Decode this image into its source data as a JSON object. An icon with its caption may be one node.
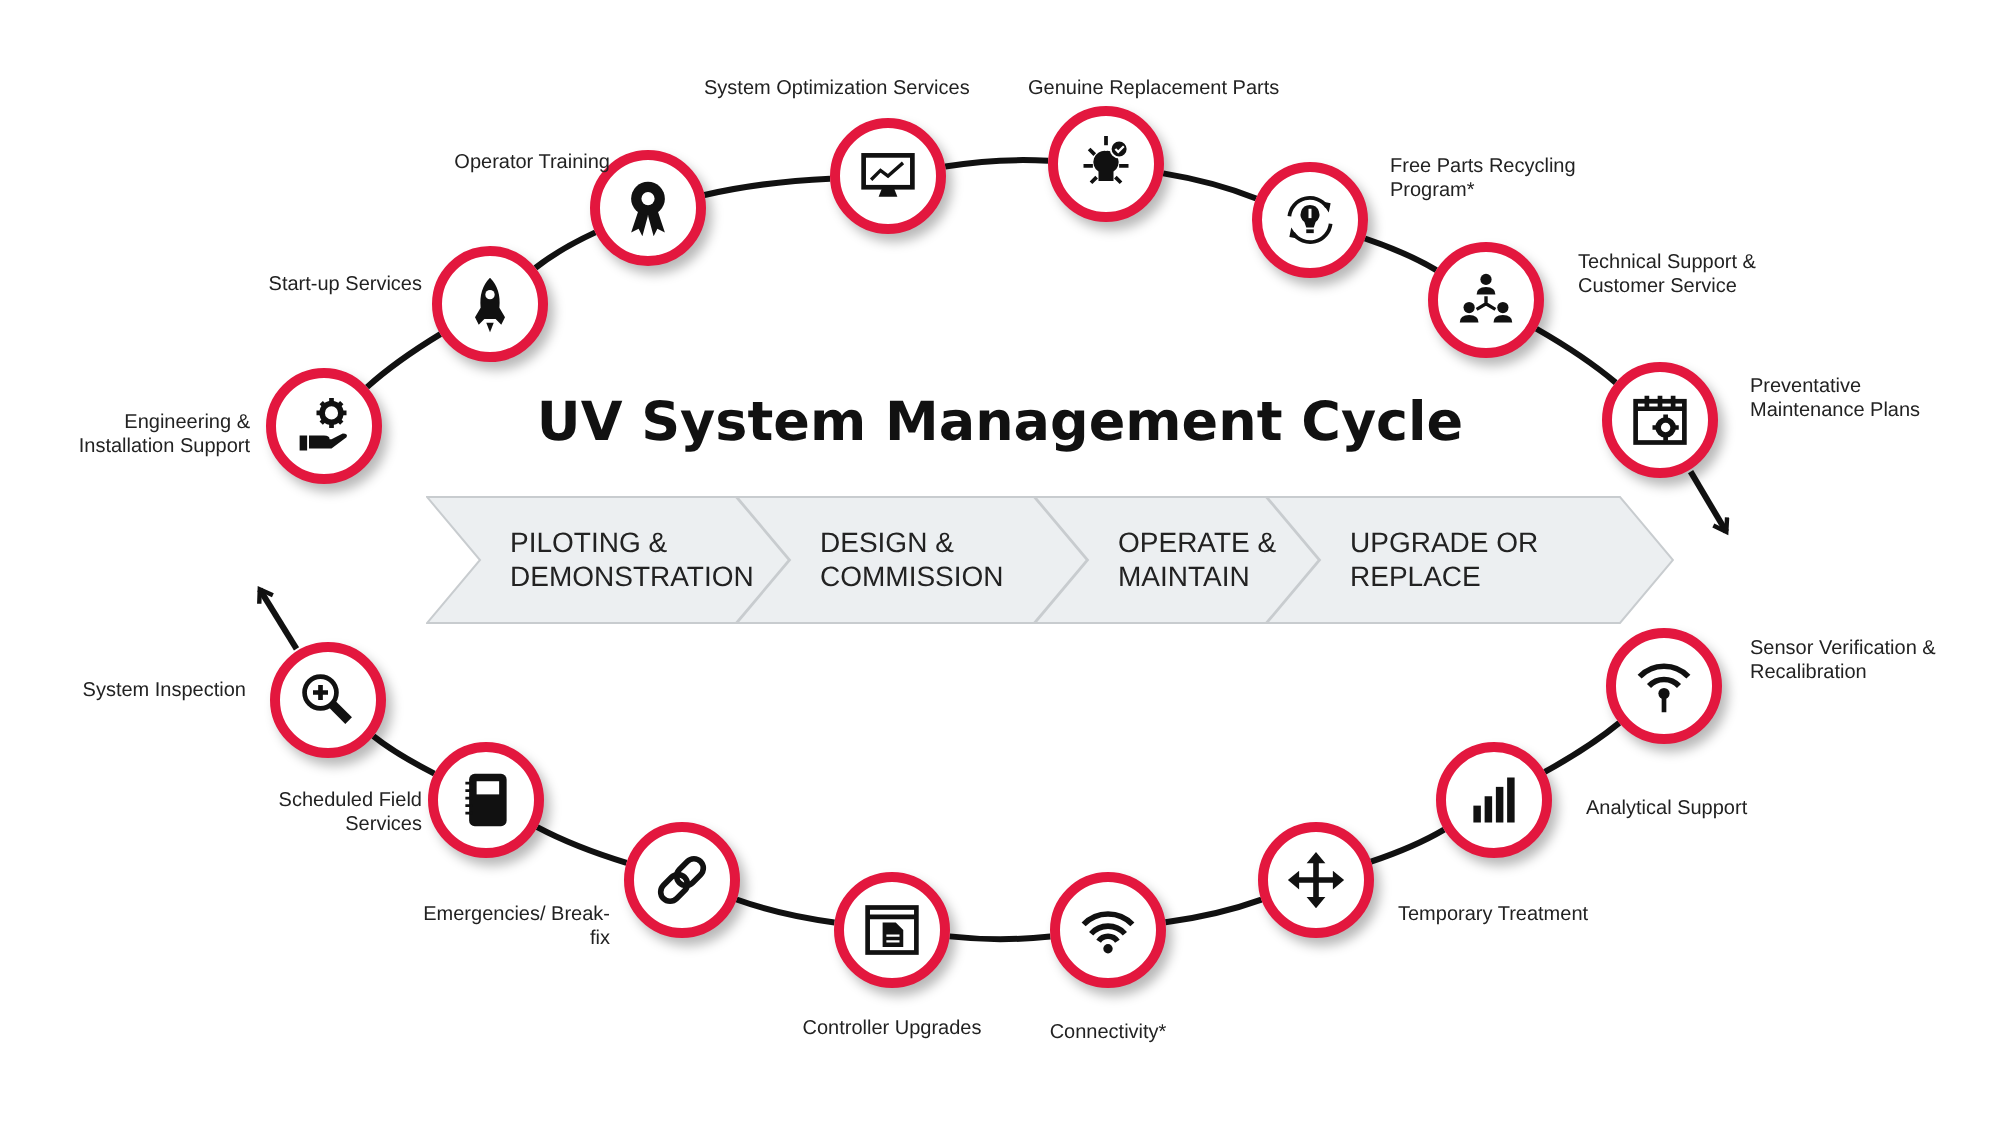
{
  "diagram": {
    "title": "UV System Management Cycle",
    "nodes": [
      {
        "text": [],
        "shape": "circle",
        "beside": [
          "Engineering & Installation Support"
        ]
      },
      {
        "text": [],
        "shape": "circle",
        "beside": [
          "Start-up Services"
        ]
      },
      {
        "text": [],
        "shape": "circle",
        "beside": [
          "Operator Training"
        ]
      },
      {
        "text": [],
        "shape": "circle",
        "beside": [
          "System Optimization Services"
        ]
      },
      {
        "text": [],
        "shape": "circle",
        "beside": [
          "Genuine Replacement Parts"
        ]
      },
      {
        "text": [],
        "shape": "circle",
        "beside": [
          "Free Parts Recycling Program*"
        ]
      },
      {
        "text": [],
        "shape": "circle",
        "beside": [
          "Technical Support & Customer Service"
        ]
      },
      {
        "text": [],
        "shape": "circle",
        "beside": [
          "Preventative Maintenance Plans"
        ]
      },
      {
        "text": [
          "PILOTING & DEMONSTRATION"
        ]
      },
      {
        "text": [
          "DESIGN & COMMISSION"
        ]
      },
      {
        "text": [
          "OPERATE & MAINTAIN"
        ]
      },
      {
        "text": [
          "UPGRADE OR REPLACE"
        ]
      },
      {
        "text": [],
        "shape": "circle",
        "beside": [
          "System Inspection"
        ]
      },
      {
        "text": [],
        "shape": "circle",
        "beside": [
          "Scheduled Field Services"
        ]
      },
      {
        "text": [],
        "shape": "circle",
        "beside": [
          "Emergencies/ Break-fix"
        ]
      },
      {
        "text": [],
        "shape": "circle",
        "beside": [
          "Controller Upgrades"
        ]
      },
      {
        "text": [],
        "shape": "circle",
        "beside": [
          "Connectivity*"
        ]
      },
      {
        "text": [],
        "shape": "circle",
        "beside": [
          "Temporary Treatment"
        ]
      },
      {
        "text": [],
        "shape": "circle",
        "beside": [
          "Analytical Support"
        ]
      },
      {
        "text": [],
        "shape": "circle",
        "beside": [
          "Sensor Verification & Recalibration"
        ]
      }
    ],
    "edges": [
      {
        "from": 0,
        "to": 1,
        "arrow": "none"
      },
      {
        "from": 1,
        "to": 2,
        "arrow": "none"
      },
      {
        "from": 2,
        "to": 3,
        "arrow": "none"
      },
      {
        "from": 3,
        "to": 4,
        "arrow": "none"
      },
      {
        "from": 4,
        "to": 5,
        "arrow": "none"
      },
      {
        "from": 5,
        "to": 6,
        "arrow": "none"
      },
      {
        "from": 6,
        "to": 7,
        "arrow": "none"
      },
      {
        "from": 7,
        "to": null,
        "arrow": "to"
      },
      {
        "from": 19,
        "to": 18,
        "arrow": "none"
      },
      {
        "from": 18,
        "to": 17,
        "arrow": "none"
      },
      {
        "from": 17,
        "to": 16,
        "arrow": "none"
      },
      {
        "from": 16,
        "to": 15,
        "arrow": "none"
      },
      {
        "from": 15,
        "to": 14,
        "arrow": "none"
      },
      {
        "from": 14,
        "to": 13,
        "arrow": "none"
      },
      {
        "from": 13,
        "to": 12,
        "arrow": "none"
      },
      {
        "from": 12,
        "to": null,
        "arrow": "to"
      }
    ]
  }
}
